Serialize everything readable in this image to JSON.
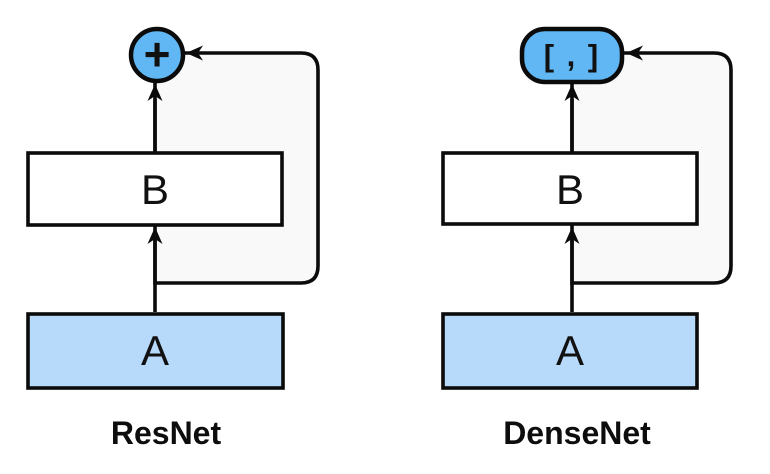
{
  "figure": {
    "description": "Comparison diagram of skip-connection combination in ResNet (element-wise addition) versus DenseNet (concatenation)",
    "colors": {
      "background": "#ffffff",
      "combine_node_fill": "#60b7f3",
      "input_box_fill": "#b7d9fa",
      "block_box_fill": "#ffffff",
      "loop_fill": "#f9f9f9",
      "stroke": "#0b0b0b",
      "label_color": "#111111"
    },
    "panels": [
      {
        "id": "resnet",
        "title": "ResNet",
        "input_label": "A",
        "block_label": "B",
        "combine_label": "+",
        "combine_shape": "circle"
      },
      {
        "id": "densenet",
        "title": "DenseNet",
        "input_label": "A",
        "block_label": "B",
        "combine_label": "[ , ]",
        "combine_shape": "stadium"
      }
    ]
  }
}
